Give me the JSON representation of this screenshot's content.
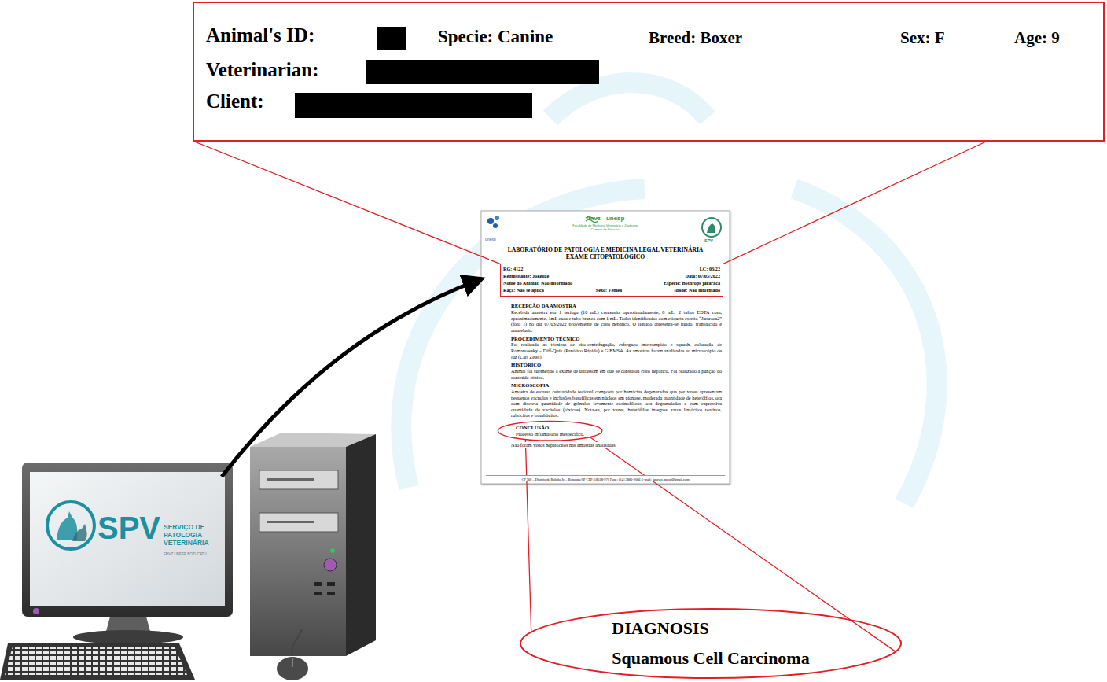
{
  "diagram": {
    "nodes": [
      {
        "text": [
          "Animal's ID:",
          "Specie: Canine",
          "Breed: Boxer",
          "Sex: F",
          "Age: 9",
          "Veterinarian:",
          "Client:"
        ]
      },
      {
        "text": [
          "unesp",
          "fmvz - unesp",
          "Faculdade de Medicina Veterinária e Zootecnia",
          "Campus de Botucatu",
          "SPV",
          "LABORATÓRIO DE PATOLOGIA E MEDICINA LEGAL VETERINÁRIA",
          "EXAME CITOPATOLÓGICO",
          "RECEPÇÃO DA AMOSTRA",
          "Recebida amostra em 1 seringa (10 mL) contendo, aproximadamente, 8 mL; 2 tubos EDTA com, aproximadamente, 1mL cada e tubo branco com 1 mL. Todos identificados com etiqueta escrito “Jararaca2” (foto 1) no dia 07/03/2022 proveniente de cisto hepático. O líquido apresenta-se fluido, translúcido e amarelado.",
          "PROCEDIMENTO TÉCNICO",
          "Foi realizado as técnicas de cito-centrifugação, esfregaço interrompido e squash, coloração de Romanowsky – Diff-Quik (Panótico Rápido) e GIEMSA. As amostras foram analisadas ao microscópio de luz (Carl Zeiss).",
          "HISTÓRICO",
          "Animal foi submetido a exame de ultrassom em que se constatou cisto hepático. Foi realizado a punção do conteúdo cístico.",
          "MICROSCOPIA",
          "Amostra de escassa celularidade tecidual composta por hemácias degeneradas que por vezes apresentam pequenos vacúolos e inclusões basofílicas em núcleos em picnose, moderada quantidade de heterófilos, ora com discreta quantidade de grânulos levemente eosinofílicos, ora degranulados e com expressiva quantidade de vacúolos (tóxicos). Nota-se, por vezes, heterófilos íntegros, raros linfócitos reativos, rubricitos e trombócitos.",
          "Não foram vistos hepatócitos nas amostras analisadas.",
          "CP 560 – Distrito de Rubião Jr. – Botucatu/SP CEP: 18618-970 Fone: (14) 3880-2066 E-mail: lapavet.unesp@gmail.com"
        ]
      },
      {
        "text": [
          "RG: 4122",
          "LC: 03/22",
          "Requisitante: Jokelize",
          "Data: 07/03/2022",
          "Nome do Animal: Não informado",
          "Espécie: Bothrops jararaca",
          "Raça: Não se aplica",
          "Sexo: Fêmea",
          "Idade: Não informado"
        ],
        "in": 1
      },
      {
        "text": [
          "CONCLUSÃO",
          "Processo inflamatório inespecífico."
        ],
        "in": 1
      },
      {
        "text": [
          "DIAGNOSIS",
          "Squamous Cell Carcinoma"
        ]
      },
      {
        "text": [
          "SPV",
          "SERVIÇO DE PATOLOGIA VETERINÁRIA",
          "FMVZ UNESP BOTUCATU"
        ]
      }
    ],
    "edges": [
      {
        "from": 0,
        "to": 2,
        "arrow": "none"
      },
      {
        "from": 0,
        "to": 2,
        "arrow": "none"
      },
      {
        "from": 3,
        "to": 4,
        "arrow": "none"
      },
      {
        "from": 3,
        "to": 4,
        "arrow": "none"
      },
      {
        "from": 5,
        "to": 1,
        "arrow": "to"
      }
    ]
  }
}
